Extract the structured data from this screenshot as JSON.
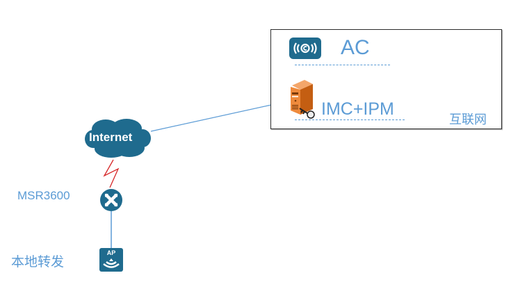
{
  "diagram": {
    "colors": {
      "accent": "#5b9bd5",
      "device_fill": "#1f6b8e",
      "server_orange": "#e07b2a",
      "wan_link": "#d62728",
      "box_border": "#2b2b2b"
    },
    "nodes": {
      "ac": {
        "label": "AC",
        "icon": "wireless-controller-icon"
      },
      "imc": {
        "label": "IMC+IPM",
        "icon": "server-key-icon"
      },
      "region": {
        "label": "互联网"
      },
      "internet": {
        "label": "Internet",
        "icon": "cloud-icon"
      },
      "router": {
        "label": "MSR3600",
        "icon": "router-icon"
      },
      "ap": {
        "label": "本地转发",
        "icon": "access-point-icon",
        "badge": "AP"
      }
    },
    "links": [
      {
        "from": "internet",
        "to": "region-box",
        "style": "solid"
      },
      {
        "from": "internet",
        "to": "router",
        "style": "lightning"
      },
      {
        "from": "router",
        "to": "ap",
        "style": "solid"
      }
    ]
  }
}
